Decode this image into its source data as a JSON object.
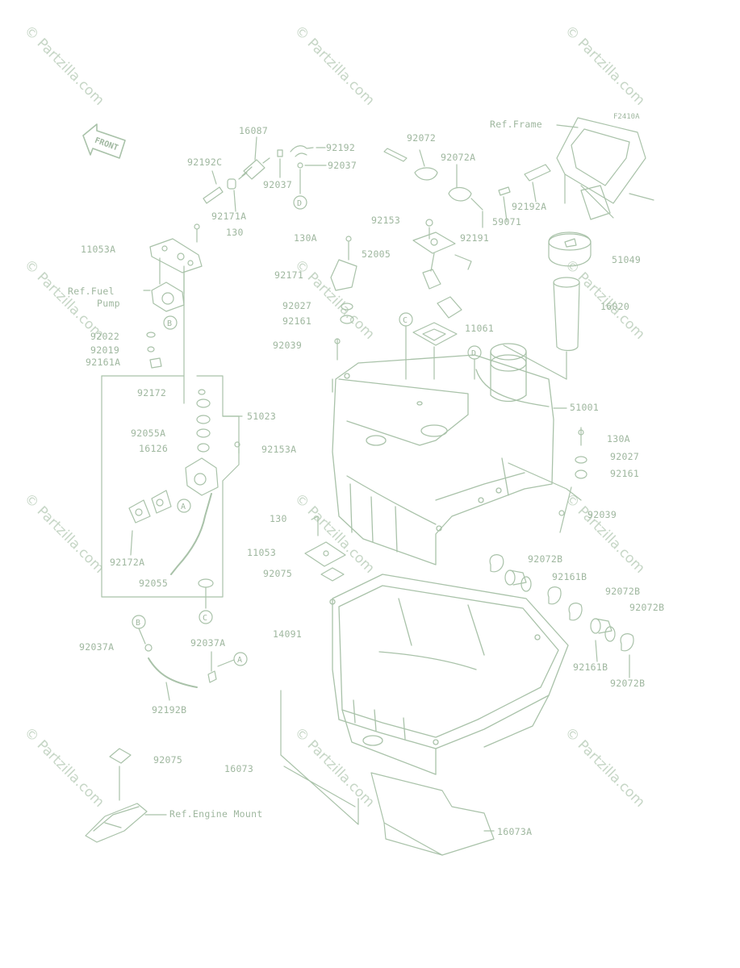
{
  "figure_code": "F2410A",
  "watermark": "© Partzilla.com",
  "front_arrow_label": "FRONT",
  "callouts": {
    "c_16087": "16087",
    "c_92192": "92192",
    "c_92037_r": "92037",
    "c_92037_l": "92037",
    "c_92192C": "92192C",
    "c_92171A": "92171A",
    "c_130_top": "130",
    "c_11053A": "11053A",
    "c_ref_fuel": "Ref.Fuel",
    "c_pump": "Pump",
    "c_92022": "92022",
    "c_92019": "92019",
    "c_92161A": "92161A",
    "c_92172": "92172",
    "c_51023": "51023",
    "c_92055A": "92055A",
    "c_16126": "16126",
    "c_92153A": "92153A",
    "c_92172A": "92172A",
    "c_92055": "92055",
    "c_92037A_l": "92037A",
    "c_92037A_r": "92037A",
    "c_92192B": "92192B",
    "c_92075_b": "92075",
    "c_ref_engine": "Ref.Engine Mount",
    "c_92072": "92072",
    "c_92072A": "92072A",
    "c_ref_frame": "Ref.Frame",
    "c_92192A": "92192A",
    "c_59071": "59071",
    "c_92191": "92191",
    "c_92153": "92153",
    "c_130A_top": "130A",
    "c_52005": "52005",
    "c_92171": "92171",
    "c_92027_l": "92027",
    "c_92161_l": "92161",
    "c_92039_l": "92039",
    "c_11061": "11061",
    "c_51049": "51049",
    "c_16020": "16020",
    "c_51001": "51001",
    "c_130A_r": "130A",
    "c_92027_r": "92027",
    "c_92161_r": "92161",
    "c_92039_r": "92039",
    "c_130_mid": "130",
    "c_11053": "11053",
    "c_92075_m": "92075",
    "c_14091": "14091",
    "c_92072B_1": "92072B",
    "c_92161B_1": "92161B",
    "c_92072B_2": "92072B",
    "c_92072B_3": "92072B",
    "c_92161B_2": "92161B",
    "c_92072B_4": "92072B",
    "c_16073": "16073",
    "c_16073A": "16073A"
  },
  "ref_markers": [
    "A",
    "B",
    "C",
    "D"
  ],
  "colors": {
    "line": "#a9c2a9",
    "text": "#9fb79f",
    "watermark": "#c6d6c6",
    "background": "#ffffff"
  }
}
